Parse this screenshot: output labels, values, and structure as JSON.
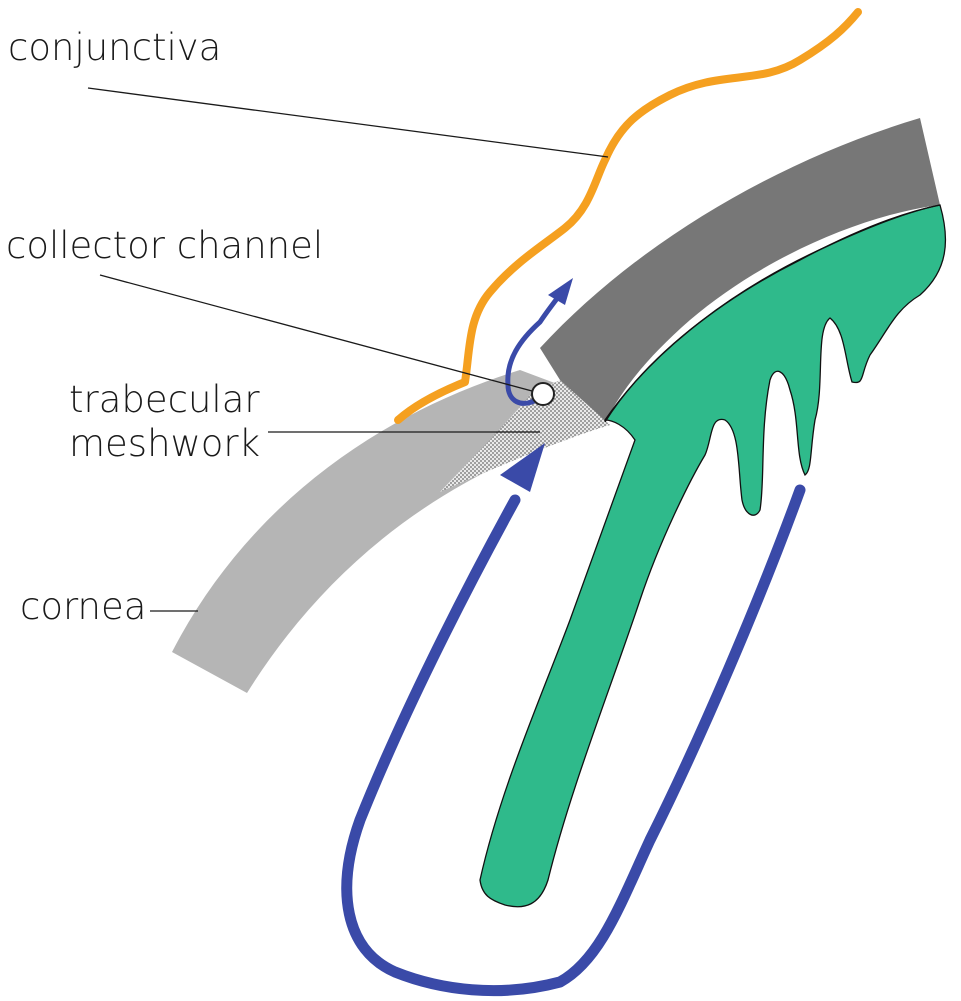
{
  "labels": {
    "conjunctiva": "conjunctiva",
    "collector_channel": "collector channel",
    "trabecular_line1": "trabecular",
    "trabecular_line2": "meshwork",
    "cornea": "cornea"
  },
  "colors": {
    "conjunctiva": "#f5a020",
    "sclera": "#777777",
    "cornea": "#b5b5b5",
    "ciliary_body": "#2fba8b",
    "flow_arrow": "#3a4aa8",
    "meshwork": "#9a9a9a",
    "leader_line": "#1a1a1a"
  }
}
